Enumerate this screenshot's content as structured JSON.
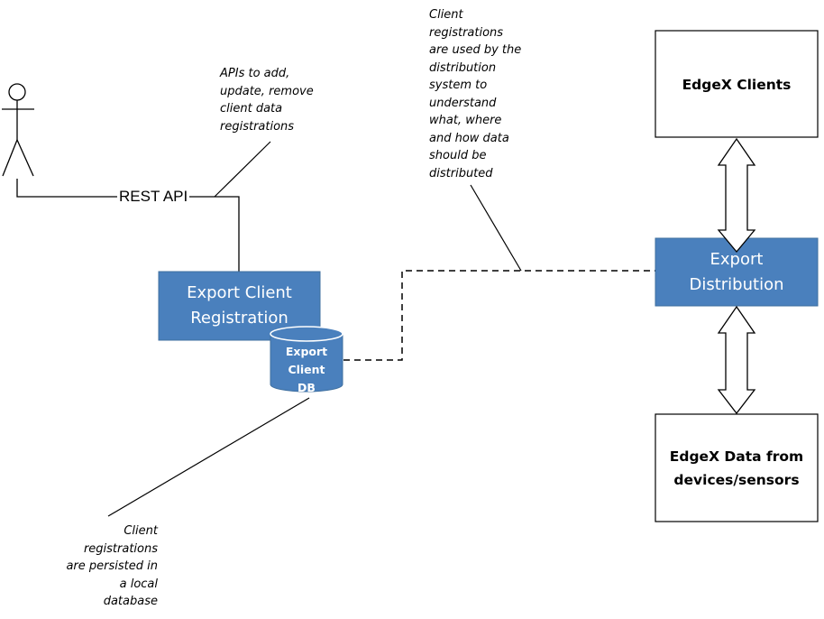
{
  "colors": {
    "component_fill": "#4a80bd",
    "component_stroke": "#3f6f9f",
    "line": "#000000",
    "text_on_blue": "#ffffff"
  },
  "actor": {
    "icon": "user-actor-icon"
  },
  "connector": {
    "rest_api_label": "REST API"
  },
  "components": {
    "export_client_registration": "Export Client\nRegistration",
    "export_client_db": "Export\nClient\nDB",
    "export_distribution": "Export\nDistribution",
    "edgex_clients": "EdgeX Clients",
    "edgex_data": "EdgeX Data from\ndevices/sensors"
  },
  "notes": {
    "api_note": "APIs to add,\nupdate, remove\nclient data\nregistrations",
    "distribution_note": "Client\nregistrations\nare used by the\ndistribution\nsystem to\nunderstand\nwhat, where\nand how data\nshould be\ndistributed",
    "db_note": "Client\nregistrations\nare persisted in\na local\ndatabase"
  },
  "arrows": {
    "up_arrow_icon": "hollow-up-arrow-icon"
  }
}
